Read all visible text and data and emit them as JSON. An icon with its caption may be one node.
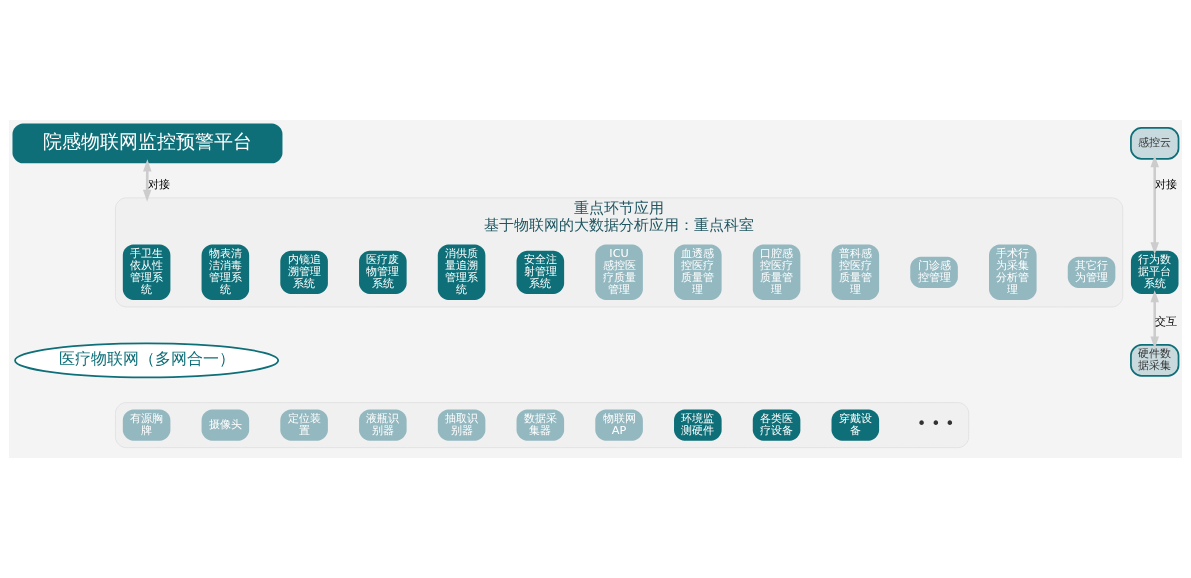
{
  "diagram": {
    "nodes": [
      {
        "text": [
          "院感物联网监控预警平台"
        ]
      },
      {
        "text": [
          "重点环节应用",
          "基于物联网的大数据分析应用：重点科室"
        ]
      },
      {
        "text": [
          "手卫生依从性管理系统"
        ],
        "in": 1
      },
      {
        "text": [
          "物表清洁消毒管理系统"
        ],
        "in": 1
      },
      {
        "text": [
          "内镜追溯管理系统"
        ],
        "in": 1
      },
      {
        "text": [
          "医疗废物管理系统"
        ],
        "in": 1
      },
      {
        "text": [
          "消供质量追溯管理系统"
        ],
        "in": 1
      },
      {
        "text": [
          "安全注射管理系统"
        ],
        "in": 1
      },
      {
        "text": [
          "ICU感控医疗质量管理"
        ],
        "in": 1
      },
      {
        "text": [
          "血透感控医疗质量管理"
        ],
        "in": 1
      },
      {
        "text": [
          "口腔感控医疗质量管理"
        ],
        "in": 1
      },
      {
        "text": [
          "普科感控医疗质量管理"
        ],
        "in": 1
      },
      {
        "text": [
          "门诊感控管理"
        ],
        "in": 1
      },
      {
        "text": [
          "手术行为采集分析管理"
        ],
        "in": 1
      },
      {
        "text": [
          "其它行为管理"
        ],
        "in": 1
      },
      {
        "text": [
          "医疗物联网（多网合一）"
        ]
      },
      {
        "text": [],
        "shape": "box"
      },
      {
        "text": [
          "有源胸牌"
        ],
        "in": 16
      },
      {
        "text": [
          "摄像头"
        ],
        "in": 16
      },
      {
        "text": [
          "定位装置"
        ],
        "in": 16
      },
      {
        "text": [
          "液瓶识别器"
        ],
        "in": 16
      },
      {
        "text": [
          "抽取识别器"
        ],
        "in": 16
      },
      {
        "text": [
          "数据采集器"
        ],
        "in": 16
      },
      {
        "text": [
          "物联网AP"
        ],
        "in": 16
      },
      {
        "text": [
          "环境监测硬件"
        ],
        "in": 16
      },
      {
        "text": [
          "各类医疗设备"
        ],
        "in": 16
      },
      {
        "text": [
          "穿戴设备"
        ],
        "in": 16
      },
      {
        "text": [
          "感控云"
        ]
      },
      {
        "text": [
          "行为数据平台系统"
        ]
      },
      {
        "text": [
          "硬件数据采集"
        ]
      }
    ],
    "edges": [
      {
        "from": 0,
        "to": 1,
        "arrow": "both",
        "label": "对接"
      },
      {
        "from": 27,
        "to": 28,
        "arrow": "both",
        "label": "对接"
      },
      {
        "from": 28,
        "to": 29,
        "arrow": "both",
        "label": "交互"
      }
    ],
    "labels": [
      "• • •"
    ]
  }
}
